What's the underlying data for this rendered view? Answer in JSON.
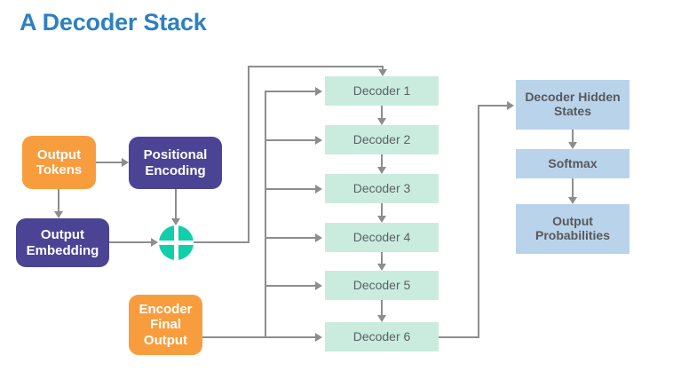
{
  "diagram": {
    "title": "A Decoder Stack",
    "colors": {
      "title": "#2e80bf",
      "orange": "#f89d3e",
      "purple": "#4b4495",
      "mint": "#c9ecdf",
      "blue": "#b9d3ea",
      "teal": "#12cfab",
      "connector": "#8d8d8d",
      "background": "#ffffff"
    },
    "input_nodes": [
      {
        "id": "output-tokens",
        "label_line1": "Output",
        "label_line2": "Tokens"
      },
      {
        "id": "positional-encoding",
        "label_line1": "Positional",
        "label_line2": "Encoding"
      },
      {
        "id": "output-embedding",
        "label_line1": "Output",
        "label_line2": "Embedding"
      },
      {
        "id": "encoder-final-output",
        "label_line1": "Encoder",
        "label_line2": "Final",
        "label_line3": "Output"
      }
    ],
    "add_node": {
      "id": "add-operator",
      "symbol": "+"
    },
    "decoders": [
      {
        "label": "Decoder 1"
      },
      {
        "label": "Decoder 2"
      },
      {
        "label": "Decoder 3"
      },
      {
        "label": "Decoder 4"
      },
      {
        "label": "Decoder 5"
      },
      {
        "label": "Decoder 6"
      }
    ],
    "output_nodes": [
      {
        "id": "decoder-hidden-states",
        "label_line1": "Decoder Hidden",
        "label_line2": "States"
      },
      {
        "id": "softmax",
        "label_line1": "Softmax",
        "label_line2": ""
      },
      {
        "id": "output-probabilities",
        "label_line1": "Output",
        "label_line2": "Probabilities"
      }
    ]
  }
}
